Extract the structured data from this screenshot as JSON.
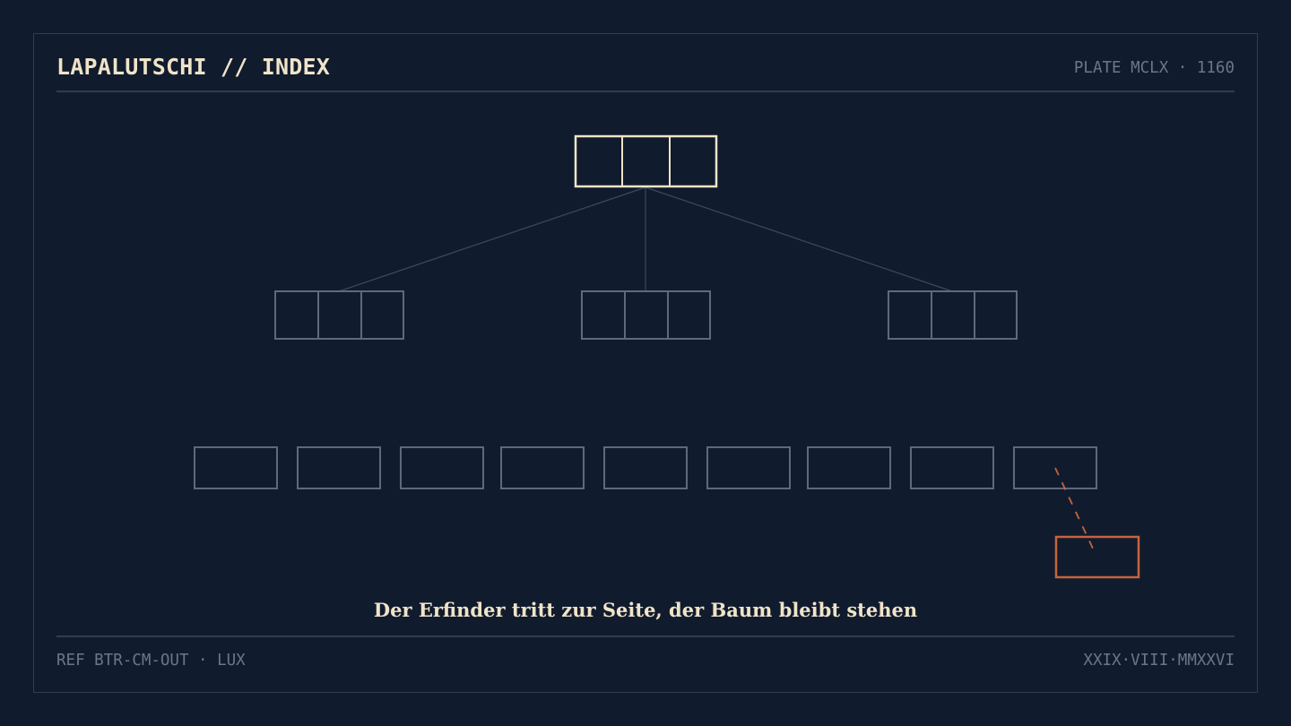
{
  "header": {
    "title": "LAPALUTSCHI // INDEX",
    "plate": "PLATE MCLX · 1160"
  },
  "caption": "Der Erfinder tritt zur Seite, der Baum bleibt stehen",
  "footer": {
    "ref": "REF BTR-CM-OUT · LUX",
    "date": "XXIX·VIII·MMXXVI"
  },
  "tree": {
    "root_keys": 3,
    "internal_nodes": 3,
    "internal_node_keys": 3,
    "leaf_count": 9,
    "detached_leaf_count": 1
  },
  "colors": {
    "background": "#111b2e",
    "frame": "#2f3d52",
    "root": "#efe4c8",
    "node": "#5e6a7c",
    "edge": "#3c4a5e",
    "accent": "#c4643e",
    "text_primary": "#efe4c8",
    "text_muted": "#6b7789"
  }
}
